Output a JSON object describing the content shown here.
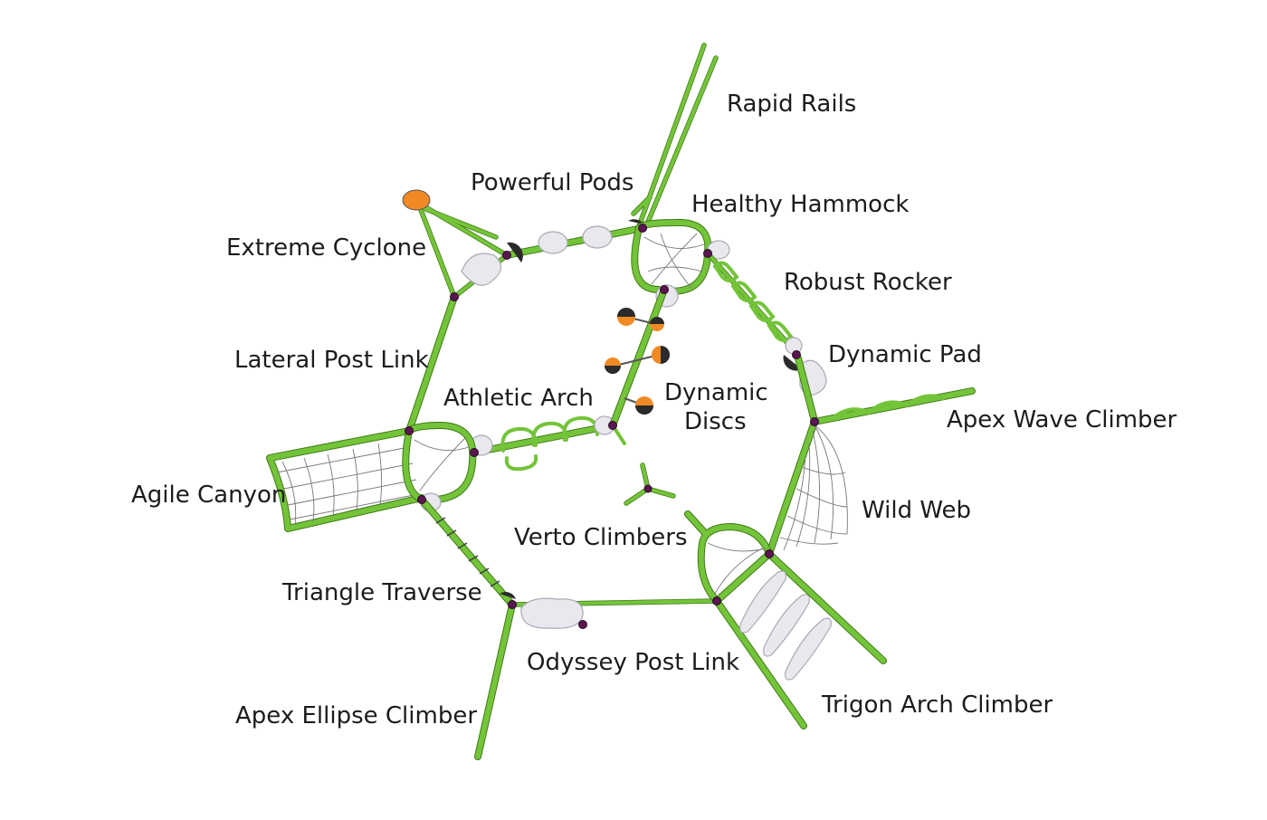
{
  "diagram": {
    "labels": [
      {
        "id": "rapid-rails",
        "text": "Rapid Rails"
      },
      {
        "id": "powerful-pods",
        "text": "Powerful Pods"
      },
      {
        "id": "healthy-hammock",
        "text": "Healthy Hammock"
      },
      {
        "id": "extreme-cyclone",
        "text": "Extreme Cyclone"
      },
      {
        "id": "robust-rocker",
        "text": "Robust Rocker"
      },
      {
        "id": "dynamic-pad",
        "text": "Dynamic Pad"
      },
      {
        "id": "lateral-post-link",
        "text": "Lateral Post Link"
      },
      {
        "id": "athletic-arch",
        "text": "Athletic Arch"
      },
      {
        "id": "dynamic-discs-1",
        "text": "Dynamic"
      },
      {
        "id": "dynamic-discs-2",
        "text": "Discs"
      },
      {
        "id": "apex-wave-climber",
        "text": "Apex Wave Climber"
      },
      {
        "id": "agile-canyon",
        "text": "Agile Canyon"
      },
      {
        "id": "wild-web",
        "text": "Wild Web"
      },
      {
        "id": "verto-climbers",
        "text": "Verto Climbers"
      },
      {
        "id": "triangle-traverse",
        "text": "Triangle Traverse"
      },
      {
        "id": "odyssey-post-link",
        "text": "Odyssey Post Link"
      },
      {
        "id": "trigon-arch-climber",
        "text": "Trigon Arch Climber"
      },
      {
        "id": "apex-ellipse-climber",
        "text": "Apex Ellipse Climber"
      }
    ],
    "colors": {
      "frame": "#74c43a",
      "frame_shadow": "#3f7a16",
      "node": "#5a1650",
      "pod": "#e8e8ee",
      "disc_orange": "#f08a24",
      "disc_dark": "#2b2b2b",
      "text": "#1c1c1c"
    }
  }
}
